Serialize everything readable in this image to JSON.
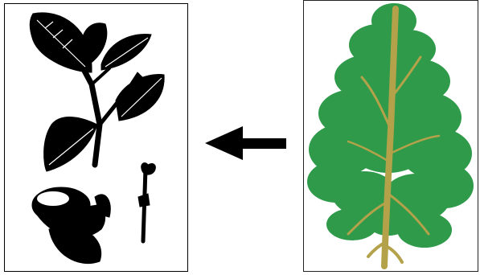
{
  "panels": {
    "left": {
      "depicts": "leaf-and-acorn-detail",
      "ink_color": "#000000"
    },
    "right": {
      "depicts": "whole-tree",
      "foliage_color": "#2e9a4a",
      "trunk_color": "#b3a24a"
    }
  },
  "arrow": {
    "direction": "left",
    "color": "#000000"
  }
}
